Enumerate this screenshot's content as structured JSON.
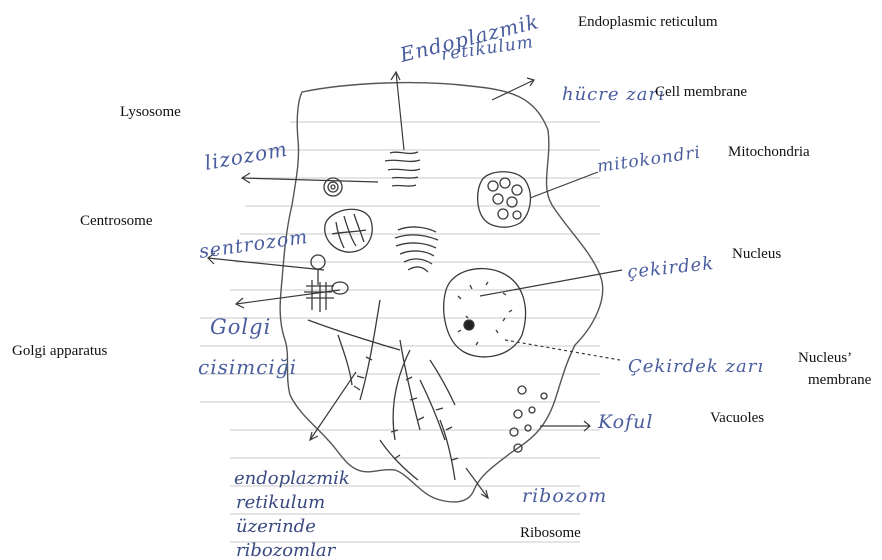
{
  "labels": {
    "endoplasmic_reticulum": "Endoplasmic reticulum",
    "cell_membrane": "Cell membrane",
    "lysosome": "Lysosome",
    "mitochondria": "Mitochondria",
    "centrosome": "Centrosome",
    "nucleus": "Nucleus",
    "golgi_apparatus": "Golgi apparatus",
    "nucleus_membrane_line1": "Nucleus’",
    "nucleus_membrane_line2": "membrane",
    "vacuoles": "Vacuoles",
    "ribosome": "Ribosome"
  },
  "handwriting": {
    "endoplazmik_1": "Endoplazmik",
    "endoplazmik_2": "retikulum",
    "hucre_zari": "hücre zarı",
    "lizozom": "lizozom",
    "mitokondri": "mitokondri",
    "sentrozom": "sentrozom",
    "cekirdek": "çekirdek",
    "golgi_1": "Golgi",
    "golgi_2": "cisimciği",
    "cekirdek_zari": "Çekirdek zarı",
    "koful": "Koful",
    "ribozom": "ribozom",
    "er_ribo_1": "endoplazmik",
    "er_ribo_2": "retikulum",
    "er_ribo_3": "üzerinde",
    "er_ribo_4": "ribozomlar"
  },
  "colors": {
    "pencil": "#3a3a3a",
    "ink": "#4a5d9e",
    "ruled_line": "#c8c8c8"
  }
}
